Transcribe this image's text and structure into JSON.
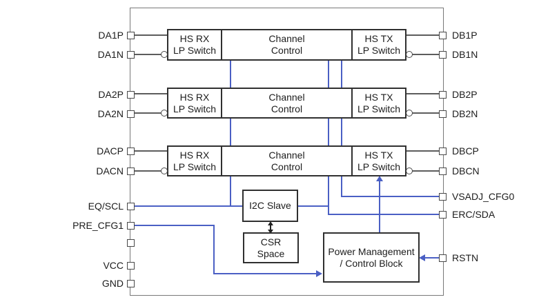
{
  "pins": {
    "left": [
      "DA1P",
      "DA1N",
      "DA2P",
      "DA2N",
      "DACP",
      "DACN",
      "EQ/SCL",
      "PRE_CFG1",
      "",
      "VCC",
      "GND"
    ],
    "right": [
      "DB1P",
      "DB1N",
      "DB2P",
      "DB2N",
      "DBCP",
      "DBCN",
      "VSADJ_CFG0",
      "ERC/SDA",
      "RSTN"
    ]
  },
  "blocks": {
    "channel_rows": [
      {
        "rx": [
          "HS RX",
          "LP Switch"
        ],
        "cc": [
          "Channel",
          "Control"
        ],
        "tx": [
          "HS TX",
          "LP Switch"
        ]
      },
      {
        "rx": [
          "HS RX",
          "LP Switch"
        ],
        "cc": [
          "Channel",
          "Control"
        ],
        "tx": [
          "HS TX",
          "LP Switch"
        ]
      },
      {
        "rx": [
          "HS RX",
          "LP Switch"
        ],
        "cc": [
          "Channel",
          "Control"
        ],
        "tx": [
          "HS TX",
          "LP Switch"
        ]
      }
    ],
    "i2c_slave": "I2C Slave",
    "csr_space": [
      "CSR",
      "Space"
    ],
    "power_mgmt": [
      "Power Management",
      "/ Control Block"
    ]
  },
  "colors": {
    "bus_wire": "#4a5fc4",
    "signal_wire": "#5c5c5c",
    "block_border": "#2f2f2f",
    "outline": "#777777"
  }
}
